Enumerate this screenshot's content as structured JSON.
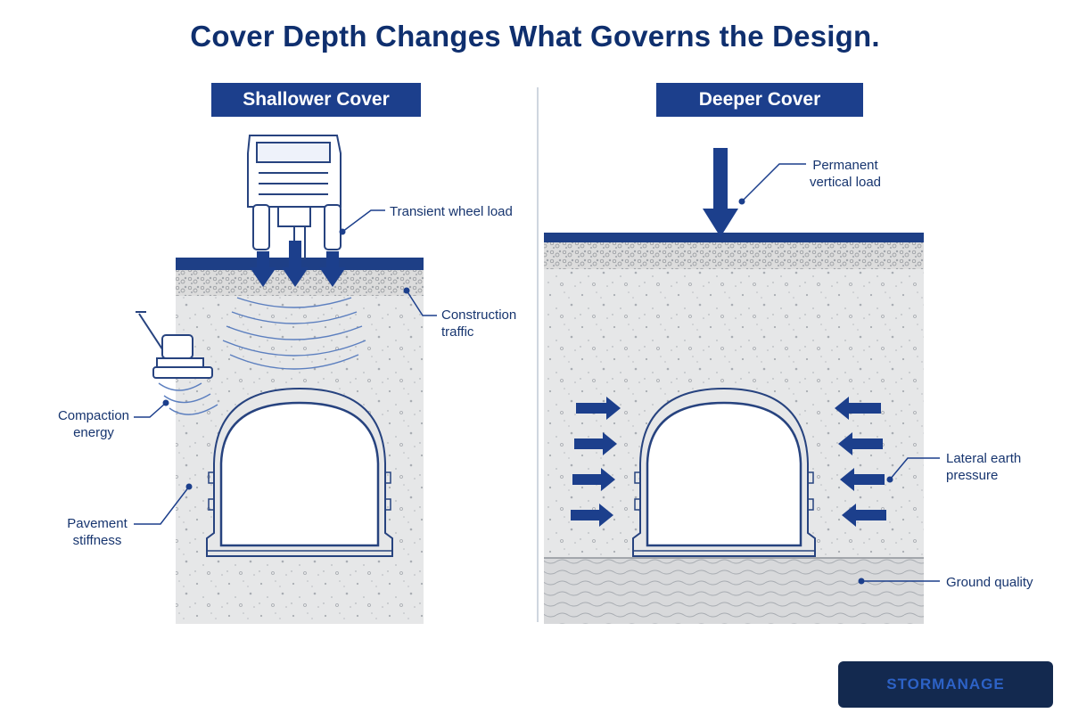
{
  "title": "Cover Depth Changes What Governs the Design.",
  "panels": {
    "left": {
      "label": "Shallower Cover",
      "callouts": {
        "wheel_load": "Transient wheel load",
        "construction_traffic": "Construction traffic",
        "compaction_energy": "Compaction energy",
        "pavement_stiffness": "Pavement stiffness"
      }
    },
    "right": {
      "label": "Deeper Cover",
      "callouts": {
        "vertical_load": "Permanent vertical load",
        "lateral_pressure": "Lateral earth pressure",
        "ground_quality": "Ground quality"
      }
    }
  },
  "brand": "STORMANAGE",
  "colors": {
    "navy": "#0f2f6e",
    "accent_blue": "#1c3f8c",
    "soil": "#e6e7e8",
    "aggregate": "#dcdcdc",
    "pavement": "#1e3f86"
  }
}
